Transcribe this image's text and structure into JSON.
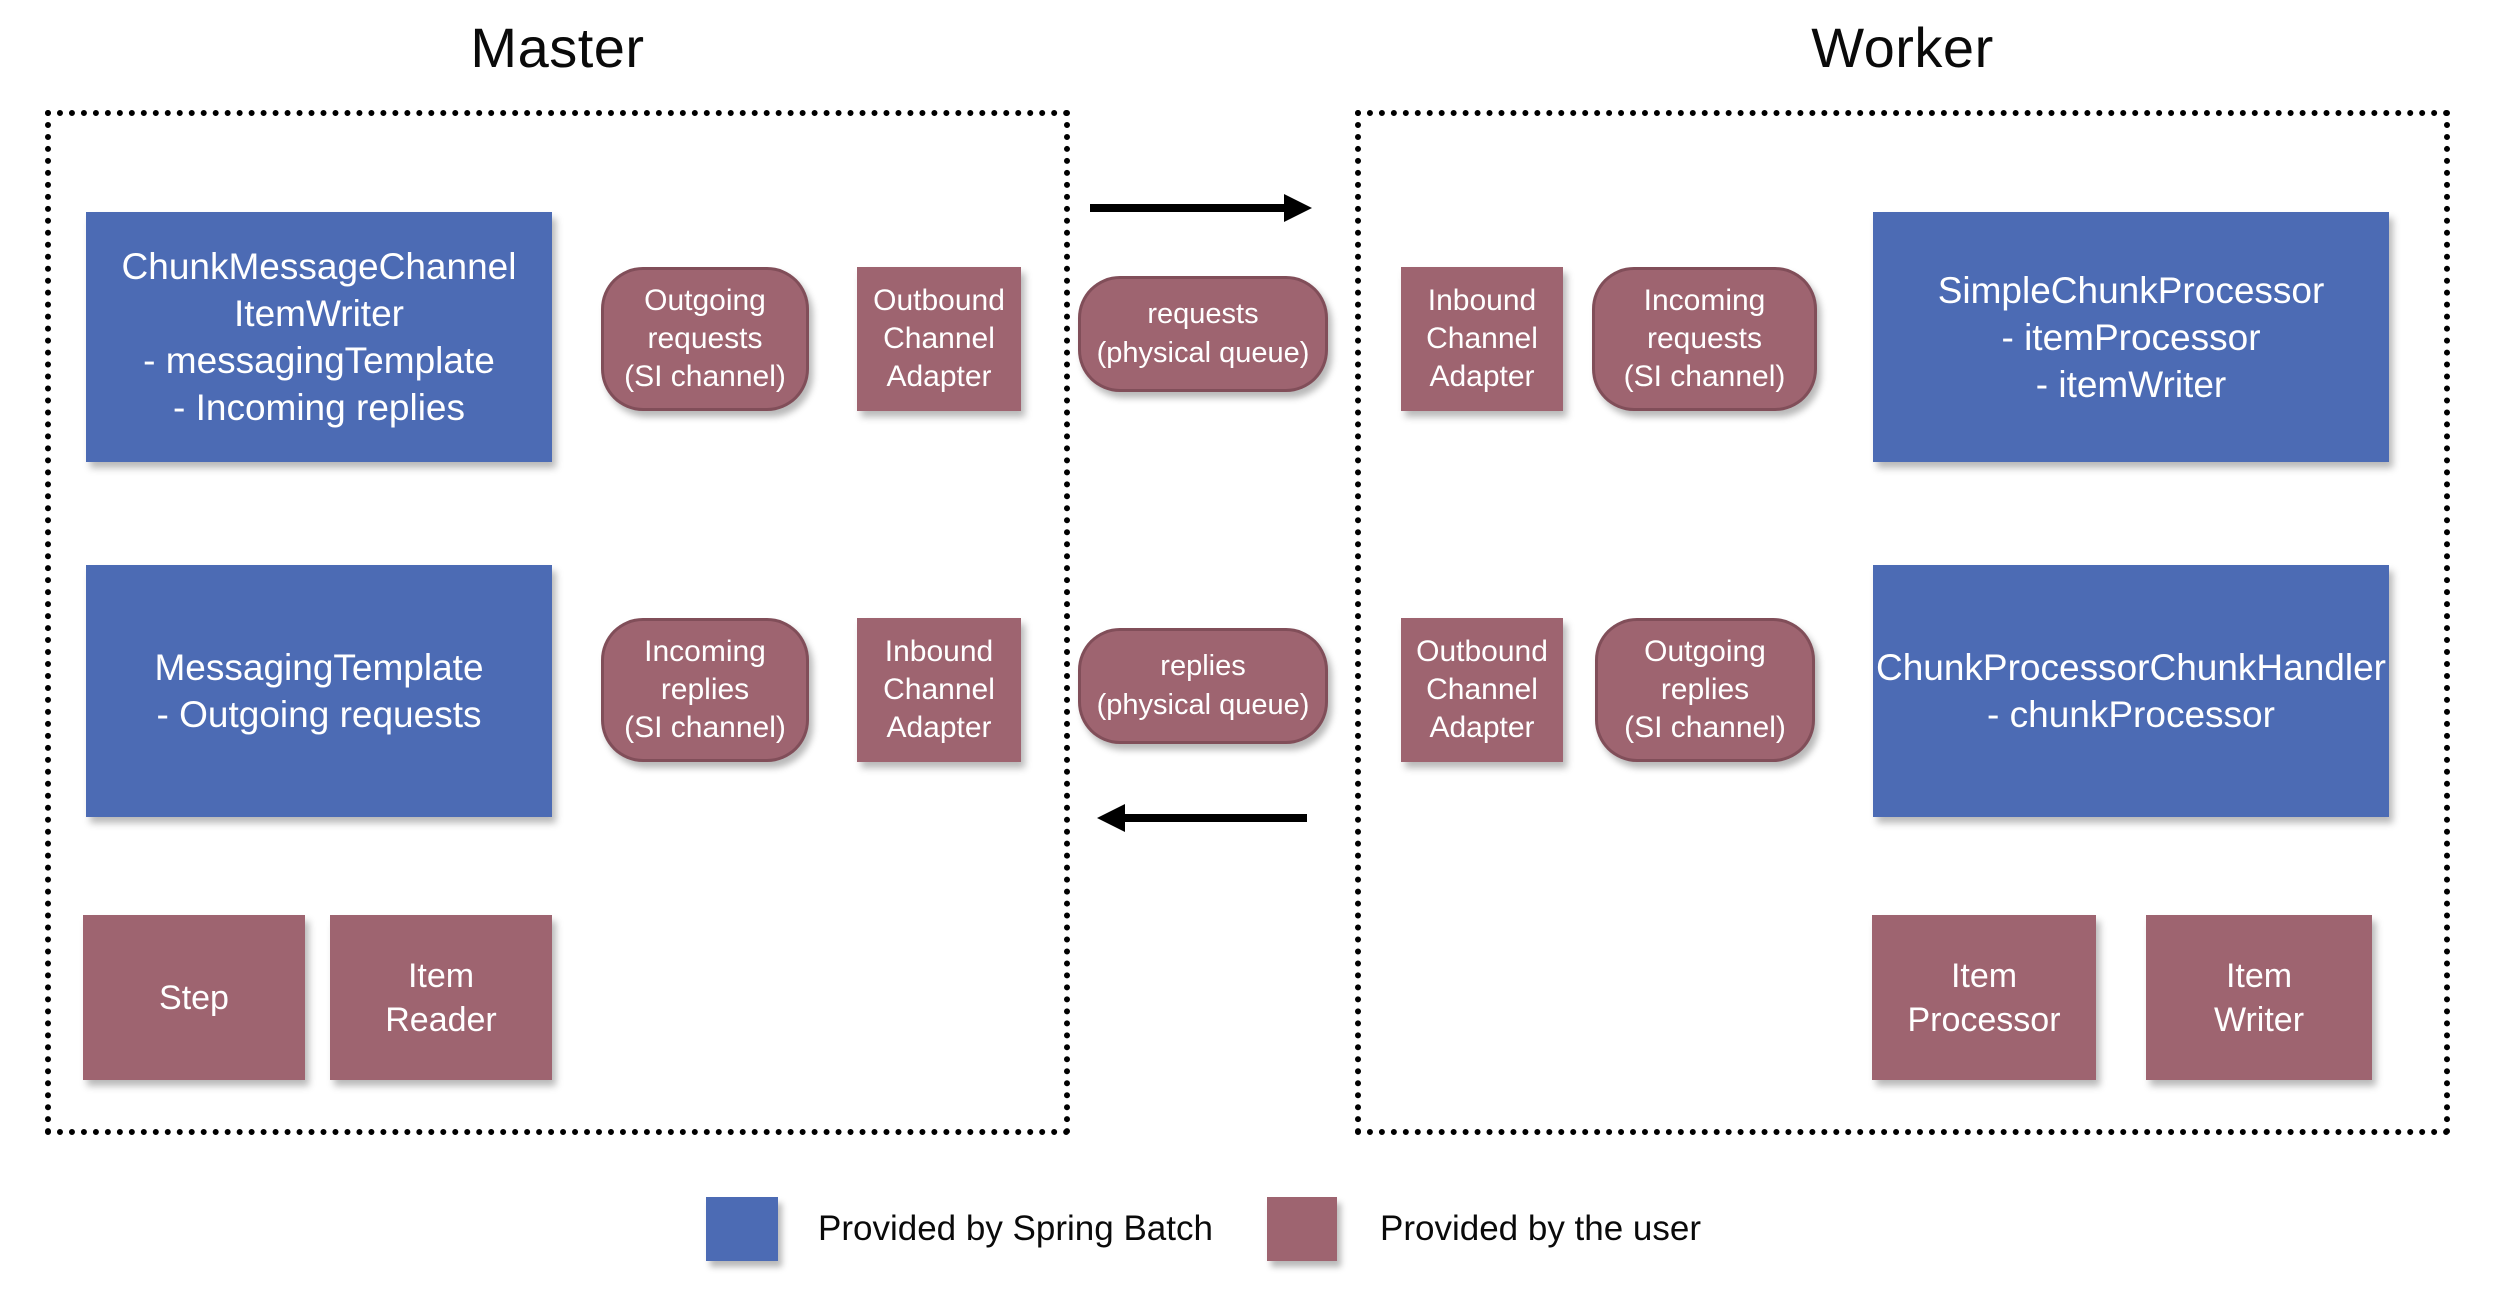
{
  "diagram": {
    "master": {
      "title": "Master",
      "boxes": {
        "chunk_message_channel_item_writer": [
          "ChunkMessageChannel",
          "ItemWriter",
          "- messagingTemplate",
          "- Incoming replies"
        ],
        "outgoing_requests_channel": [
          "Outgoing",
          "requests",
          "(SI channel)"
        ],
        "outbound_channel_adapter": [
          "Outbound",
          "Channel",
          "Adapter"
        ],
        "messaging_template": [
          "MessagingTemplate",
          "- Outgoing requests"
        ],
        "incoming_replies_channel": [
          "Incoming",
          "replies",
          "(SI channel)"
        ],
        "inbound_channel_adapter": [
          "Inbound",
          "Channel",
          "Adapter"
        ],
        "step": [
          "Step"
        ],
        "item_reader": [
          "Item",
          "Reader"
        ]
      }
    },
    "queues": {
      "requests": [
        "requests",
        "(physical queue)"
      ],
      "replies": [
        "replies",
        "(physical queue)"
      ]
    },
    "worker": {
      "title": "Worker",
      "boxes": {
        "inbound_channel_adapter": [
          "Inbound",
          "Channel",
          "Adapter"
        ],
        "incoming_requests_channel": [
          "Incoming",
          "requests",
          "(SI channel)"
        ],
        "simple_chunk_processor": [
          "SimpleChunkProcessor",
          "- itemProcessor",
          "- itemWriter"
        ],
        "outbound_channel_adapter": [
          "Outbound",
          "Channel",
          "Adapter"
        ],
        "outgoing_replies_channel": [
          "Outgoing",
          "replies",
          "(SI channel)"
        ],
        "chunk_processor_chunk_handler": [
          "ChunkProcessorChunkHandler",
          "- chunkProcessor"
        ],
        "item_processor": [
          "Item",
          "Processor"
        ],
        "item_writer": [
          "Item",
          "Writer"
        ]
      }
    },
    "legend": {
      "spring_batch": {
        "label": "Provided by Spring Batch",
        "color": "#4C6BB4"
      },
      "user": {
        "label": "Provided by the user",
        "color": "#9E6470"
      }
    },
    "colors": {
      "spring_batch_blue": "#4C6BB4",
      "user_maroon": "#9E6470",
      "arrow_black": "#000000"
    }
  }
}
